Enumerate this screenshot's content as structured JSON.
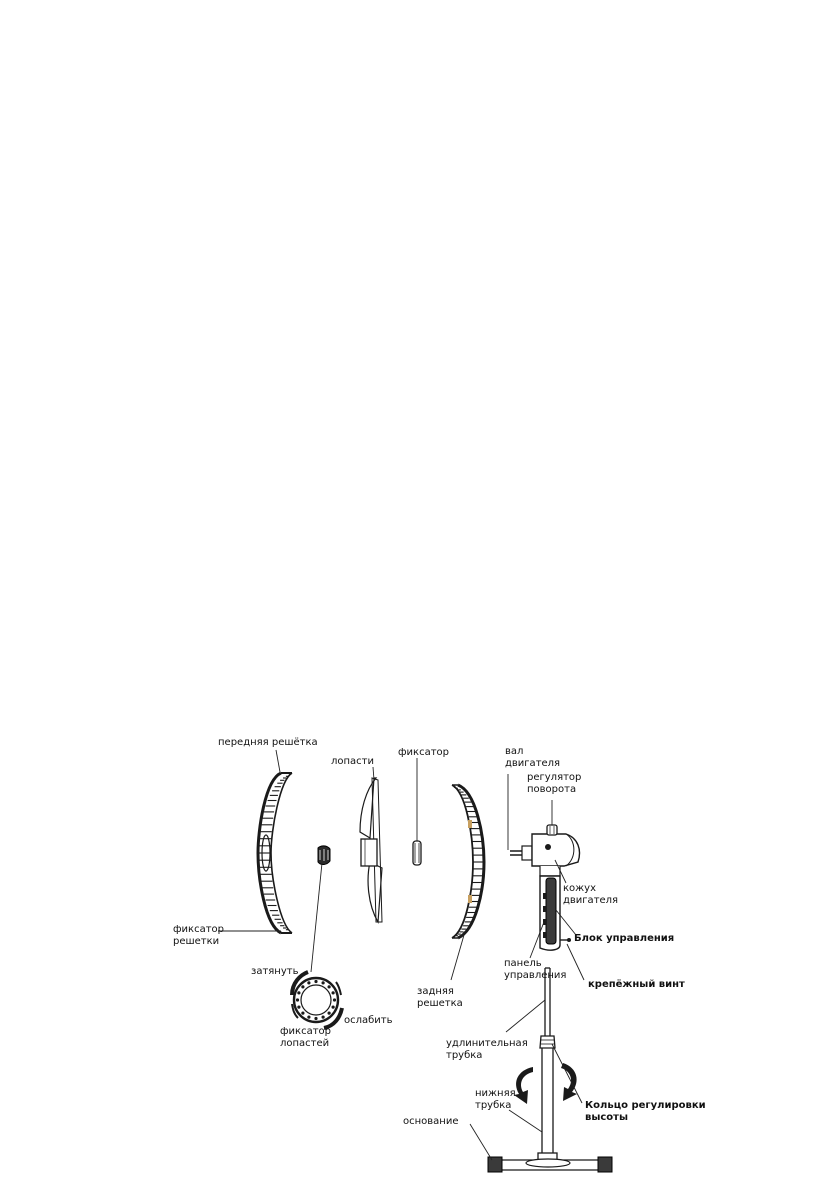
{
  "labels": {
    "front_grille": "передняя решётка",
    "blades": "лопасти",
    "retainer": "фиксатор",
    "motor_shaft": "вал\nдвигателя",
    "rotation_knob": "регулятор\nповорота",
    "grille_clip": "фиксатор\nрешетки",
    "tighten": "затянуть",
    "loosen": "ослабить",
    "blade_retainer": "фиксатор\nлопастей",
    "rear_grille": "задняя\nрешетка",
    "motor_housing": "кожух\nдвигателя",
    "control_unit": "Блок управления",
    "control_panel": "панель\nуправления",
    "fixing_screw": "крепёжный винт",
    "extension_tube": "удлинительная\nтрубка",
    "lower_tube": "нижняя\nтрубка",
    "height_ring": "Кольцо регулировки\nвысоты",
    "base": "основание"
  }
}
